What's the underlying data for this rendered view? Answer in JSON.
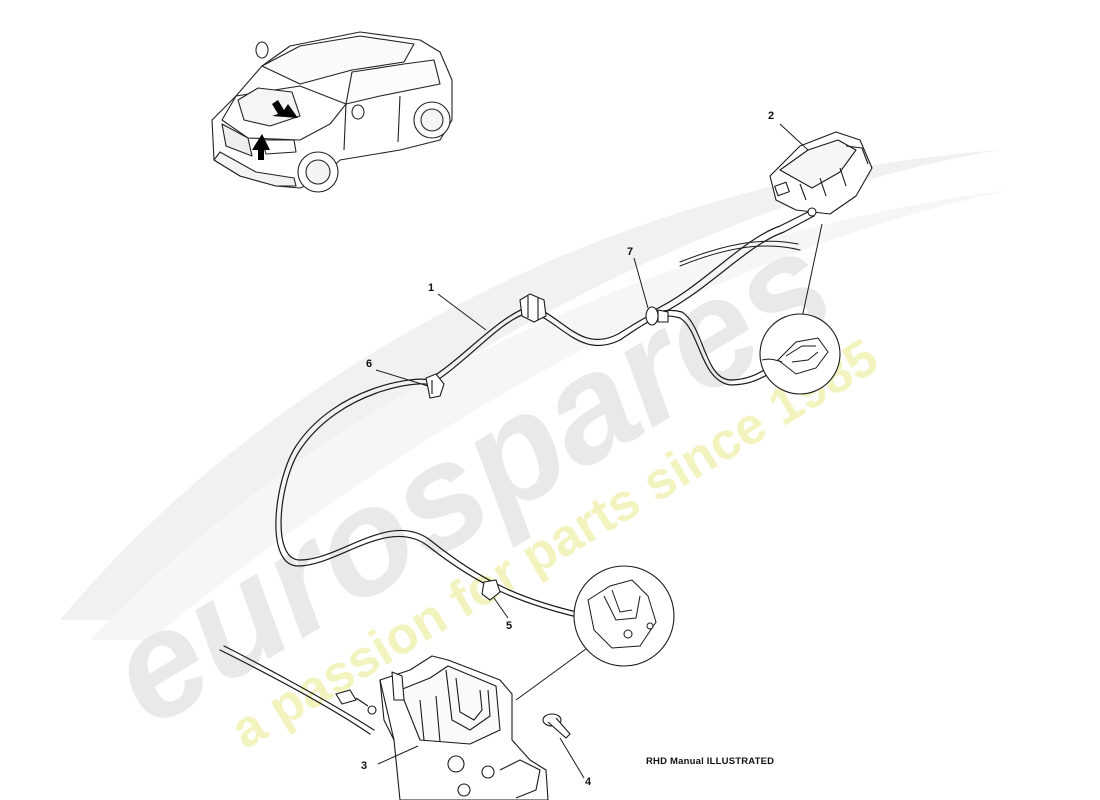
{
  "watermark": {
    "brand": "eurospares",
    "tagline": "a passion for parts since 1985",
    "brand_color": "#e9e9e9",
    "tagline_color": "#f3f3bf"
  },
  "diagram": {
    "caption": "RHD Manual ILLUSTRATED",
    "callouts": [
      {
        "id": "1",
        "label": "1"
      },
      {
        "id": "2",
        "label": "2"
      },
      {
        "id": "3",
        "label": "3"
      },
      {
        "id": "4",
        "label": "4"
      },
      {
        "id": "5",
        "label": "5"
      },
      {
        "id": "6",
        "label": "6"
      },
      {
        "id": "7",
        "label": "7"
      }
    ],
    "line_color": "#1a1a1a"
  }
}
